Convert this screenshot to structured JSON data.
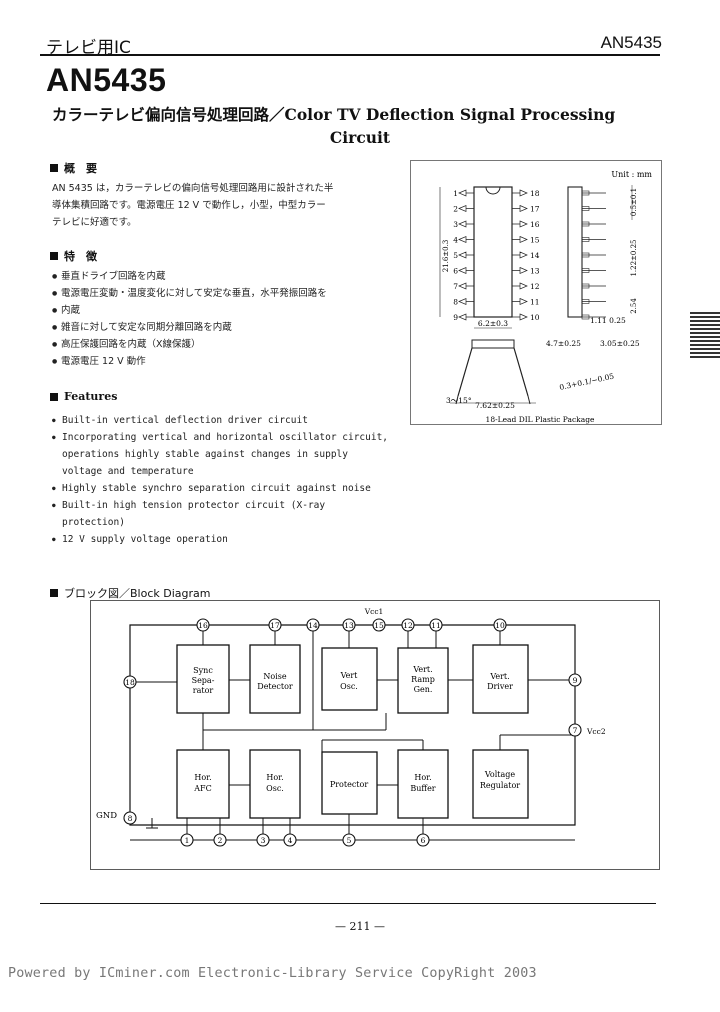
{
  "header": {
    "category": "テレビ用IC",
    "part_number_small": "AN5435"
  },
  "part_number": "AN5435",
  "title": {
    "line1": "カラーテレビ偏向信号処理回路／Color TV Deflection Signal Processing",
    "line2": "Circuit"
  },
  "overview": {
    "heading": "概　要",
    "text": [
      "AN 5435 は，カラーテレビの偏向信号処理回路用に設計された半",
      "導体集積回路です。電源電圧 12 V で動作し，小型，中型カラー",
      "テレビに好適です。"
    ]
  },
  "features_jp": {
    "heading": "特　徴",
    "items": [
      "垂直ドライブ回路を内蔵",
      "電源電圧変動・温度変化に対して安定な垂直，水平発振回路を",
      "内蔵",
      "雑音に対して安定な同期分離回路を内蔵",
      "高圧保護回路を内蔵（X線保護）",
      "電源電圧 12 V 動作"
    ]
  },
  "features_en": {
    "heading": "Features",
    "lines": [
      {
        "bullet": true,
        "text": "Built-in vertical deflection driver circuit"
      },
      {
        "bullet": true,
        "text": "Incorporating vertical and horizontal oscillator circuit,"
      },
      {
        "bullet": false,
        "text": "operations highly stable against changes in supply"
      },
      {
        "bullet": false,
        "text": "voltage and temperature"
      },
      {
        "bullet": true,
        "text": "Highly stable synchro separation circuit against noise"
      },
      {
        "bullet": true,
        "text": "Built-in high tension protector circuit (X-ray"
      },
      {
        "bullet": false,
        "text": "protection)"
      },
      {
        "bullet": true,
        "text": "12 V supply voltage operation"
      }
    ]
  },
  "package": {
    "unit": "Unit : mm",
    "caption": "18-Lead DIL Plastic Package",
    "pins_left": [
      "1",
      "2",
      "3",
      "4",
      "5",
      "6",
      "7",
      "8",
      "9"
    ],
    "pins_right": [
      "18",
      "17",
      "16",
      "15",
      "14",
      "13",
      "12",
      "11",
      "10"
    ],
    "dims": {
      "height": "21.6±0.3",
      "width": "6.2±0.3",
      "row_width": "7.62±0.25",
      "angle": "3～15°",
      "lead_thickness": "0.3+0.1/−0.05",
      "d1": "0.5±0.1",
      "d2": "1.22±0.25",
      "d3": "2.54",
      "d4": "1.11 0.25",
      "d5": "4.7±0.25",
      "d6": "3.05±0.25"
    }
  },
  "block_diagram": {
    "heading": "ブロック図／Block Diagram",
    "vcc1_label": "Vcc1",
    "vcc2_label": "Vcc2",
    "gnd_label": "GND",
    "blocks": {
      "sync": [
        "Sync",
        "Sepa-",
        "rator"
      ],
      "noise": [
        "Noise",
        "Detector"
      ],
      "vosc": [
        "Vert",
        "Osc."
      ],
      "vramp": [
        "Vert.",
        "Ramp",
        "Gen."
      ],
      "vdrv": [
        "Vert.",
        "Driver"
      ],
      "hafc": [
        "Hor.",
        "AFC"
      ],
      "hosc": [
        "Hor.",
        "Osc."
      ],
      "prot": [
        "Protector"
      ],
      "hbuf": [
        "Hor.",
        "Buffer"
      ],
      "vreg": [
        "Voltage",
        "Regulator"
      ]
    },
    "pins": {
      "p16": "16",
      "p17": "17",
      "p14": "14",
      "p13": "13",
      "p15": "15",
      "p12": "12",
      "p11": "11",
      "p10": "10",
      "p18": "18",
      "p9": "9",
      "p7": "7",
      "p8": "8",
      "p1": "1",
      "p2": "2",
      "p3": "3",
      "p4": "4",
      "p5": "5",
      "p6": "6"
    }
  },
  "page_number": "— 211 —",
  "footer_credit": "Powered by ICminer.com Electronic-Library Service CopyRight 2003"
}
